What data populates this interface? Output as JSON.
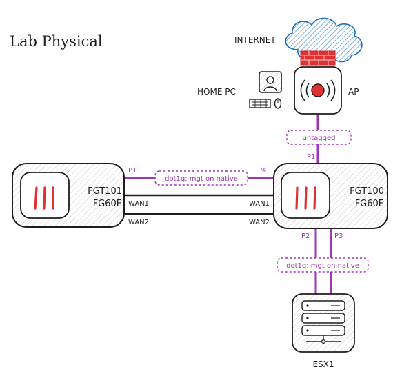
{
  "title": "Lab Physical",
  "colors": {
    "link": "#9c36b5",
    "cable": "#1e1e1e",
    "firewall_red": "#e03131",
    "cloud_fill": "#a5d8ff",
    "cloud_stroke": "#1971c2",
    "ap_red": "#e03131"
  },
  "nodes": {
    "internet": {
      "label": "INTERNET",
      "icon": "cloud-firewall-icon"
    },
    "home_pc": {
      "label": "HOME PC",
      "icon": "desktop-user-icon"
    },
    "ap": {
      "label": "AP",
      "icon": "wireless-access-point-icon"
    },
    "fgt101": {
      "name": "FGT101",
      "model": "FG60E",
      "icon": "fortigate-icon"
    },
    "fgt100": {
      "name": "FGT100",
      "model": "FG60E",
      "icon": "fortigate-icon"
    },
    "esx1": {
      "label": "ESX1",
      "icon": "server-rack-icon"
    }
  },
  "links": {
    "ap_fgt100": {
      "tag": "untagged",
      "port": "P1"
    },
    "fgt101_fgt100": {
      "tag": "dot1q; mgt on native",
      "port_left": "P1",
      "port_right": "P4"
    },
    "wan1": {
      "left": "WAN1",
      "right": "WAN1"
    },
    "wan2": {
      "left": "WAN2",
      "right": "WAN2"
    },
    "fgt100_esx1": {
      "tag": "dot1q; mgt on native",
      "port_a": "P2",
      "port_b": "P3"
    }
  }
}
